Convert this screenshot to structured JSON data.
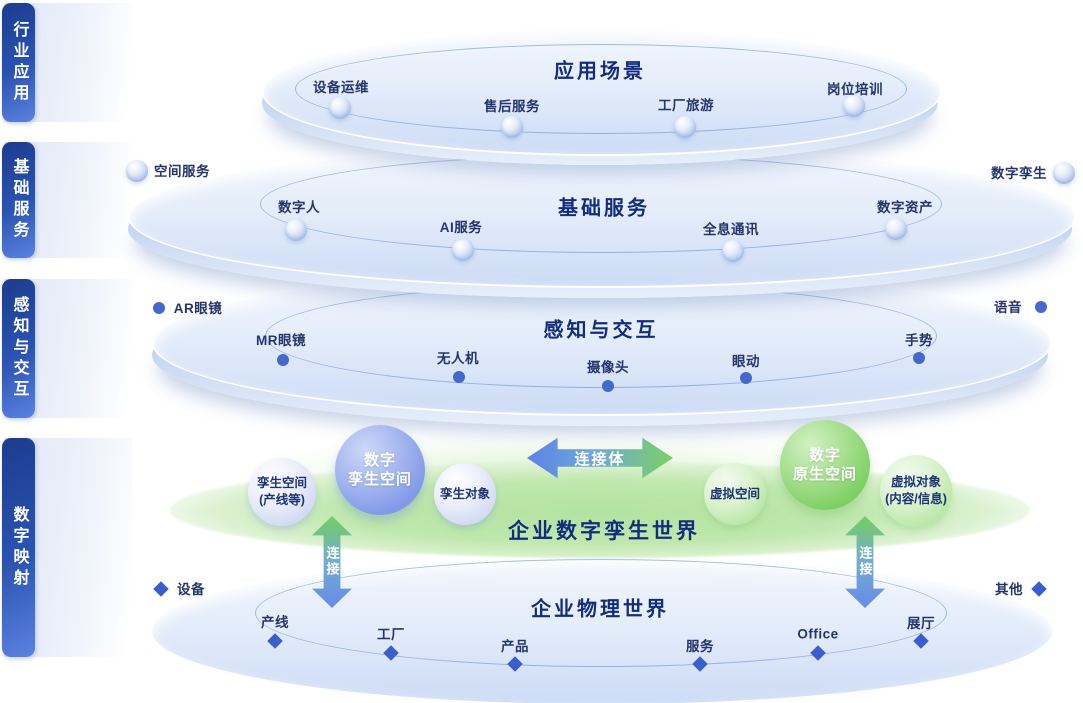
{
  "sidebar": {
    "items": [
      {
        "label": "行业应用"
      },
      {
        "label": "基础服务"
      },
      {
        "label": "感知与交互"
      },
      {
        "label": "数字映射"
      }
    ]
  },
  "layers": {
    "application": {
      "title": "应用场景",
      "items": [
        "设备运维",
        "售后服务",
        "工厂旅游",
        "岗位培训"
      ]
    },
    "services": {
      "title": "基础服务",
      "items": [
        "空间服务",
        "数字人",
        "AI服务",
        "全息通讯",
        "数字资产",
        "数字孪生"
      ]
    },
    "perception": {
      "title": "感知与交互",
      "items": [
        "AR眼镜",
        "MR眼镜",
        "无人机",
        "摄像头",
        "眼动",
        "手势",
        "语音"
      ]
    },
    "twin_world": {
      "title": "企业数字孪生世界",
      "twin_space": {
        "lines": [
          "数字",
          "孪生空间"
        ]
      },
      "twin_space_sub": {
        "lines": [
          "孪生空间",
          "(产线等)"
        ]
      },
      "twin_object": {
        "label": "孪生对象"
      },
      "connector": {
        "label": "连接体"
      },
      "virtual_space": {
        "label": "虚拟空间"
      },
      "native_space": {
        "lines": [
          "数字",
          "原生空间"
        ]
      },
      "virtual_object": {
        "lines": [
          "虚拟对象",
          "(内容/信息)"
        ]
      },
      "link_arrow_label": "连接"
    },
    "physical": {
      "title": "企业物理世界",
      "items": [
        "设备",
        "产线",
        "工厂",
        "产品",
        "服务",
        "Office",
        "展厅",
        "其他"
      ]
    }
  },
  "colors": {
    "sidebar_dark": "#1c3c8e",
    "sidebar_light": "#5c82e0",
    "title_navy": "#132d7e",
    "item_navy": "#25356b",
    "disc_face": "#e3ecfa",
    "disc_rim": "#a9c2ea",
    "ring_line": "#6088d0",
    "green_fill": "#b2e3a0",
    "blue_sphere": "#8299e7",
    "green_sphere": "#79cf5f",
    "dot_blue": "#4468cc",
    "diamond_blue": "#3a5fcd",
    "arrow_blue": "#5b82e8",
    "arrow_green": "#6fca5d"
  }
}
